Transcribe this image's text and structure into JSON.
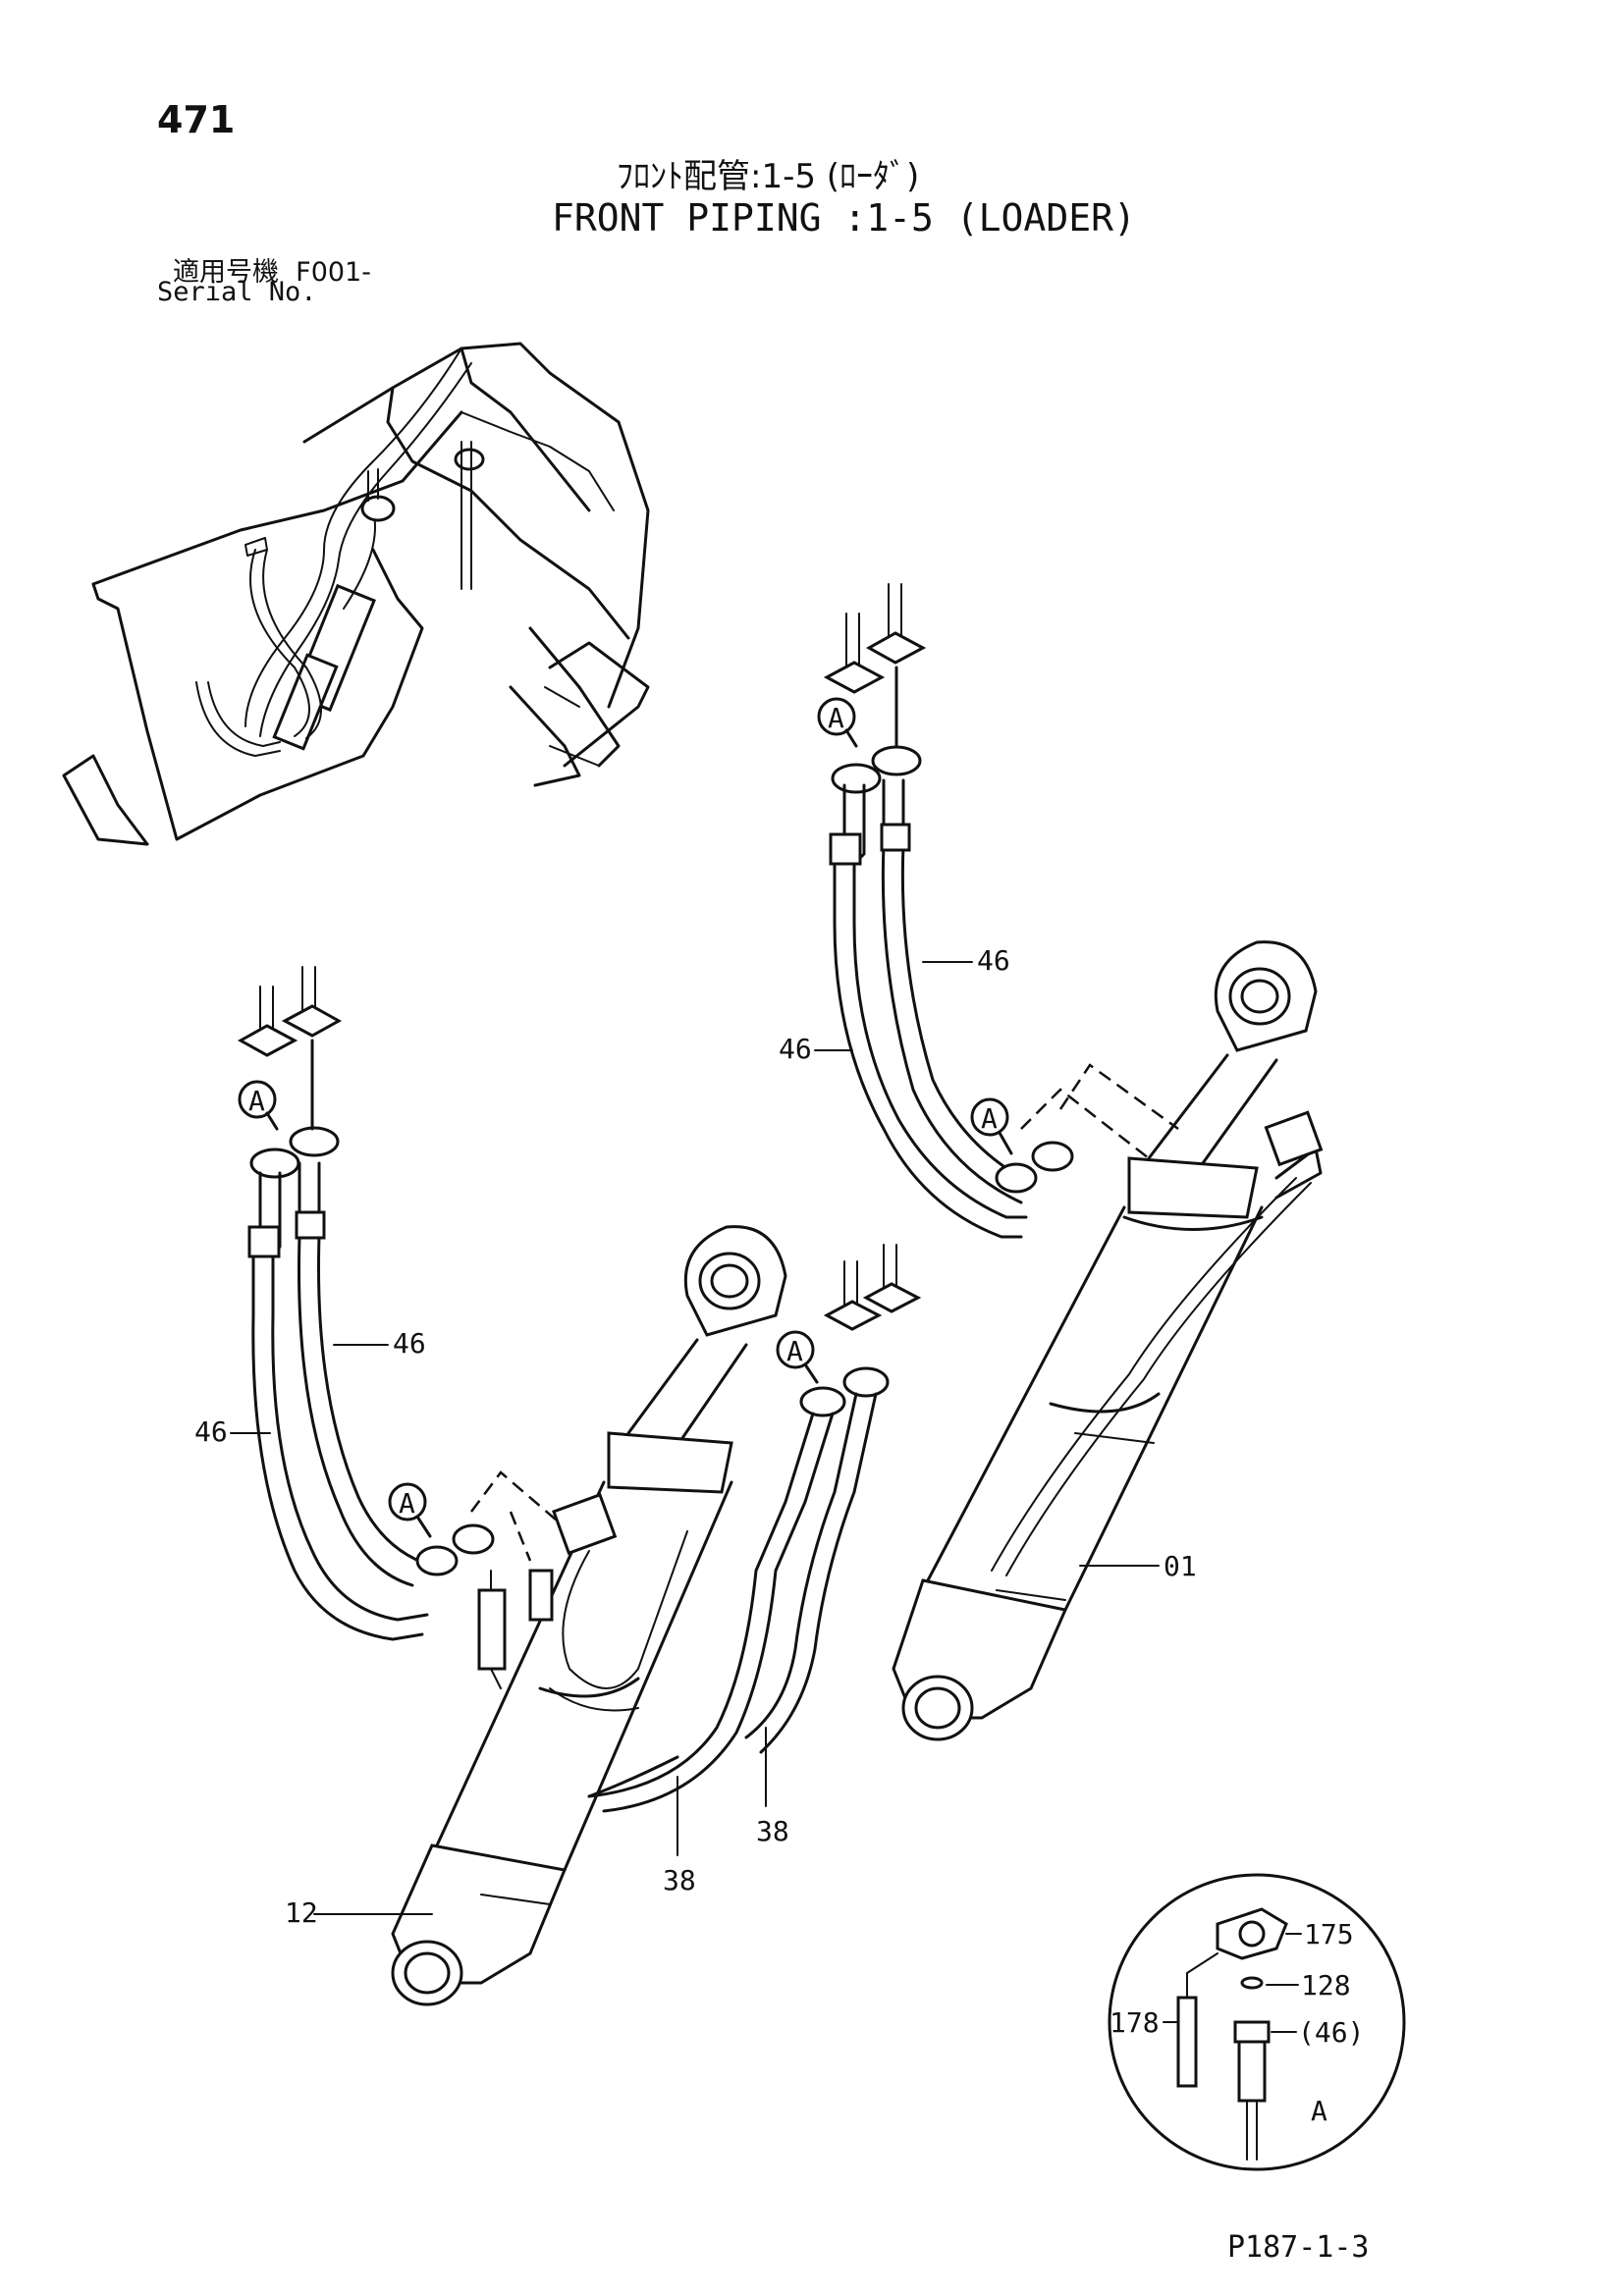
{
  "header": {
    "page_number": "471",
    "title_jp": "ﾌﾛﾝﾄ配管:1-5 (ﾛｰﾀﾞ)",
    "title_en": "FRONT PIPING :1-5 (LOADER)",
    "serial_label_jp": "適用号機",
    "serial_range": "F001-",
    "serial_label_en": "Serial No."
  },
  "callouts": {
    "hose_upper_right_a": "46",
    "hose_upper_right_b": "46",
    "hose_left_a": "46",
    "hose_left_b": "46",
    "cylinder_right": "01",
    "cylinder_left": "12",
    "tube_a": "38",
    "tube_b": "38",
    "view_marker": "A"
  },
  "detail_view": {
    "label": "A",
    "parts": {
      "clamp": "175",
      "o_ring": "128",
      "hose": "(46)",
      "bolt": "178"
    }
  },
  "footer": {
    "doc_code": "P187-1-3"
  }
}
